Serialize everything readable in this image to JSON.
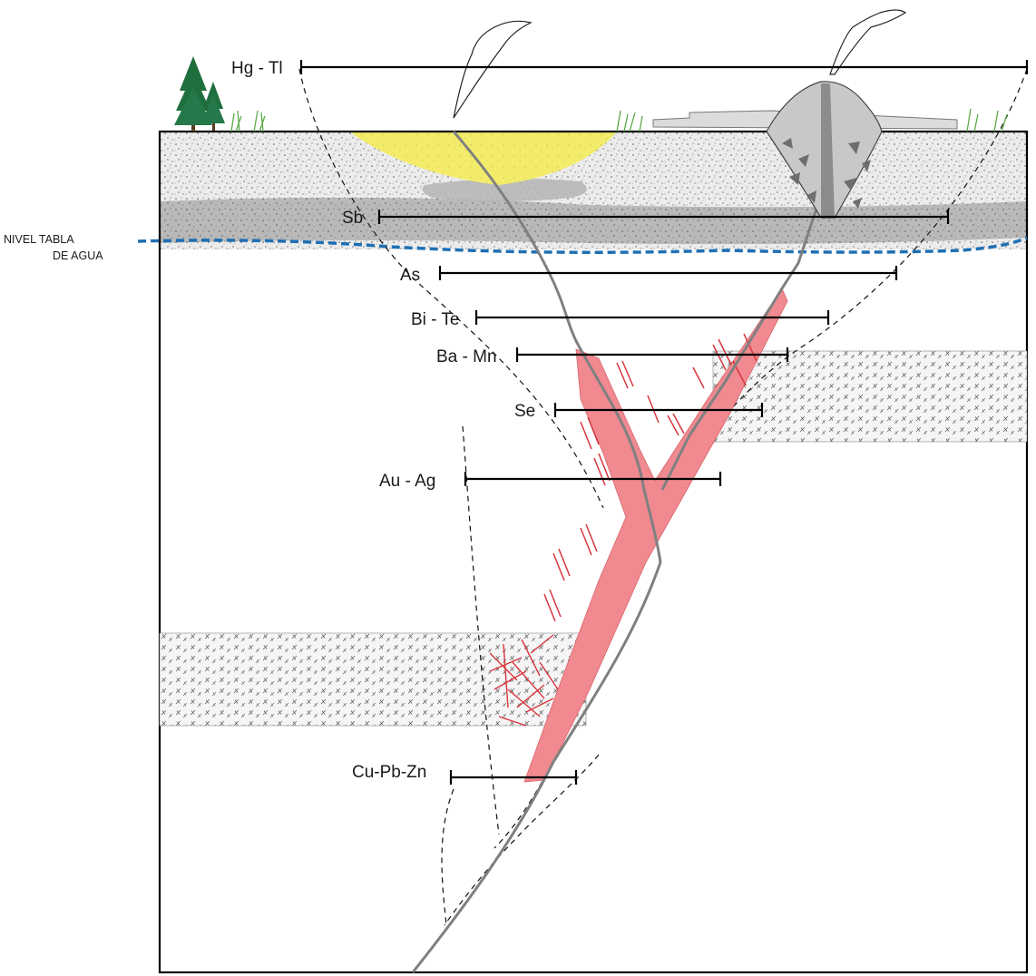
{
  "water_table_label": [
    "NIVEL TABLA",
    "DE AGUA"
  ],
  "elements": [
    {
      "label": "Hg - Tl"
    },
    {
      "label": "Sb"
    },
    {
      "label": "As"
    },
    {
      "label": "Bi - Te"
    },
    {
      "label": "Ba - Mn"
    },
    {
      "label": "Se"
    },
    {
      "label": "Au - Ag"
    },
    {
      "label": "Cu-Pb-Zn"
    }
  ],
  "colors": {
    "ore_vein": "#f08a90",
    "veinlets": "#d8363e",
    "sinter": "#f3ec6a",
    "water_table": "#1f6fb3",
    "fault": "#808080"
  }
}
